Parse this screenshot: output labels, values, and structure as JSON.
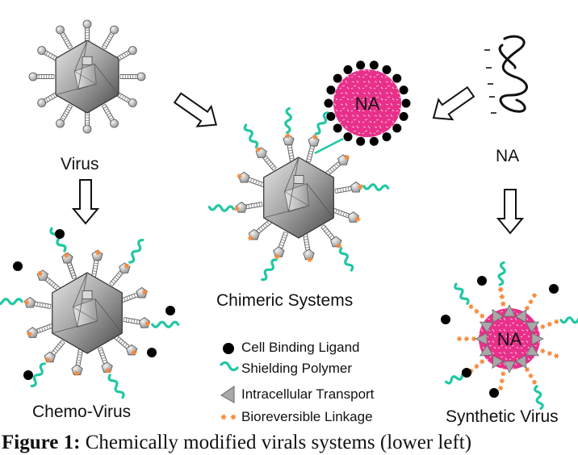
{
  "labels": {
    "virus": "Virus",
    "na": "NA",
    "chimeric": "Chimeric Systems",
    "chemo_virus": "Chemo-Virus",
    "synthetic_virus": "Synthetic Virus",
    "na_core": "NA"
  },
  "legend": {
    "cell_binding_ligand": "Cell Binding Ligand",
    "shielding_polymer": "Shielding Polymer",
    "intracellular_transport": "Intracellular Transport",
    "bioreversible_linkage": "Bioreversible Linkage"
  },
  "caption": {
    "label": "Figure 1:",
    "text": "Chemically modified virals systems (lower left)"
  },
  "colors": {
    "nucleic_acid": "#e8308a",
    "shielding_polymer": "#21c7a4",
    "linkage": "#f5893a",
    "ligand": "#000000",
    "capsid": "#9a9a9a"
  },
  "icons": {
    "arrow": "hollow-block-arrow",
    "capsid": "icosahedral-virus-capsid",
    "na_coil": "nucleic-acid-strand"
  }
}
